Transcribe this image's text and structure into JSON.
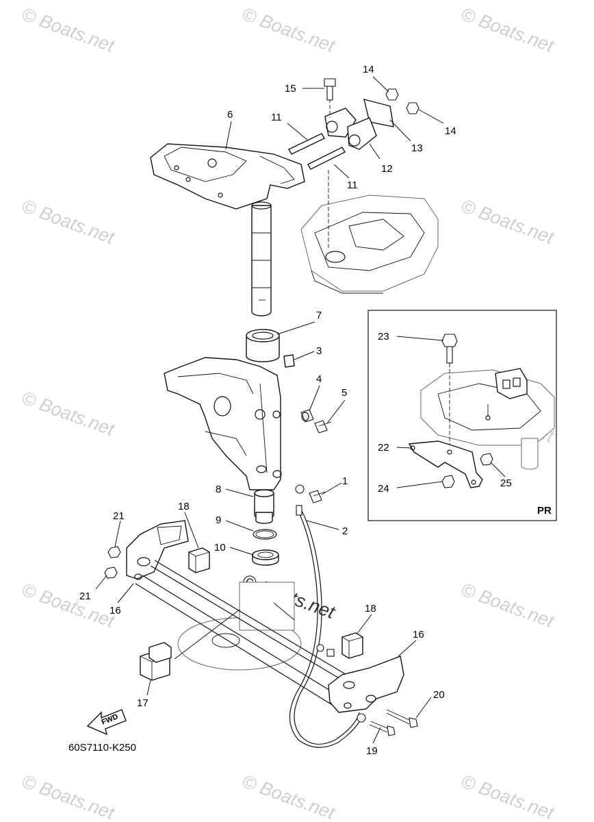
{
  "watermark": "© Boats.net",
  "diagram_code": "60S7110-K250",
  "inset_label": "PR",
  "fwd_label": "FWD",
  "callouts": [
    "1",
    "2",
    "3",
    "4",
    "5",
    "6",
    "7",
    "8",
    "9",
    "10",
    "11",
    "11",
    "12",
    "13",
    "14",
    "14",
    "15",
    "16",
    "16",
    "17",
    "18",
    "18",
    "19",
    "20",
    "21",
    "21",
    "22",
    "23",
    "24",
    "25"
  ]
}
